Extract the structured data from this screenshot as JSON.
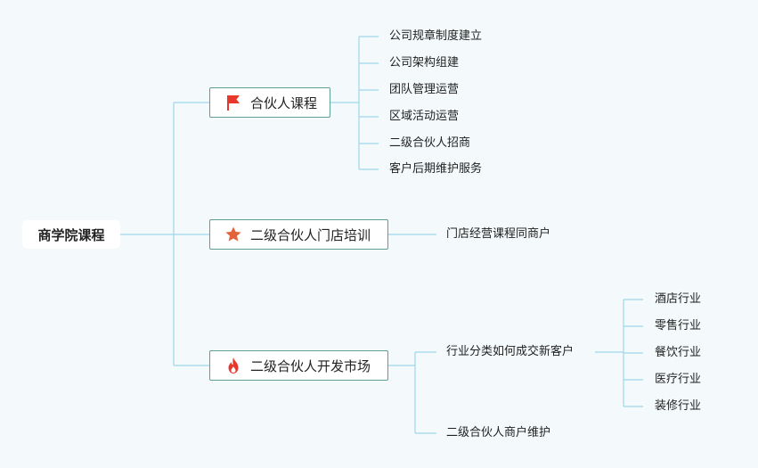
{
  "root": {
    "label": "商学院课程"
  },
  "branches": [
    {
      "label": "合伙人课程",
      "icon": "red-flag-icon",
      "children": [
        "公司规章制度建立",
        "公司架构组建",
        "团队管理运营",
        "区域活动运营",
        "二级合伙人招商",
        "客户后期维护服务"
      ]
    },
    {
      "label": "二级合伙人门店培训",
      "icon": "orange-star-icon",
      "children": [
        "门店经营课程同商户"
      ]
    },
    {
      "label": "二级合伙人开发市场",
      "icon": "fire-icon",
      "children": [
        "行业分类如何成交新客户",
        "二级合伙人商户维护"
      ],
      "sub_children": [
        "酒店行业",
        "零售行业",
        "餐饮行业",
        "医疗行业",
        "装修行业"
      ]
    }
  ],
  "colors": {
    "line": "#9ed7ea",
    "border": "#5e9e95",
    "flag": "#e8382b",
    "star": "#e2623a",
    "fire": "#e8382b",
    "background": "#f4fafc"
  }
}
